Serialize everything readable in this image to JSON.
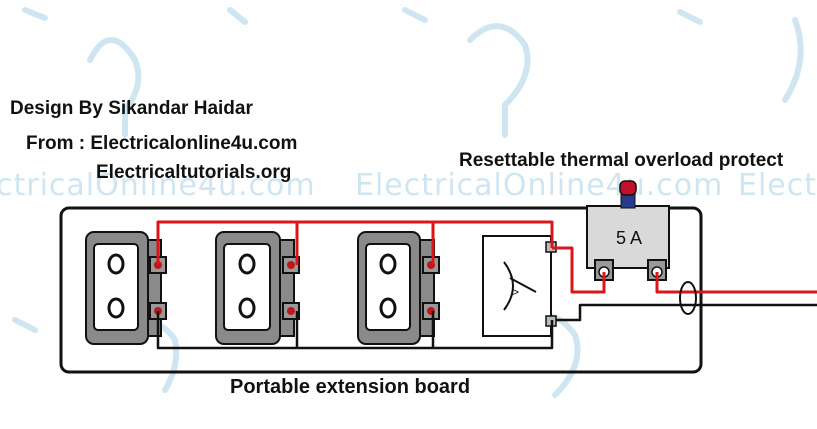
{
  "credits": {
    "design_by": "Design By  Sikandar Haidar",
    "from_line": "From : Electricalonline4u.com",
    "site_2": "Electricaltutorials.org"
  },
  "labels": {
    "breaker_title": "Resettable thermal overload protect",
    "breaker_rating": "5 A",
    "board_caption": "Portable extension board"
  },
  "watermark": {
    "text_center": "ElectricalOnline4u.com",
    "text_left": "ctricalOnline4u.com",
    "text_right": "Elect"
  },
  "colors": {
    "phase_wire": "#d8161b",
    "neutral_wire": "#111111",
    "socket_body": "#8a8a8a",
    "breaker_body": "#d9d9d9",
    "reset_button": "#c4102a",
    "watermark": "#cfe6f2"
  }
}
